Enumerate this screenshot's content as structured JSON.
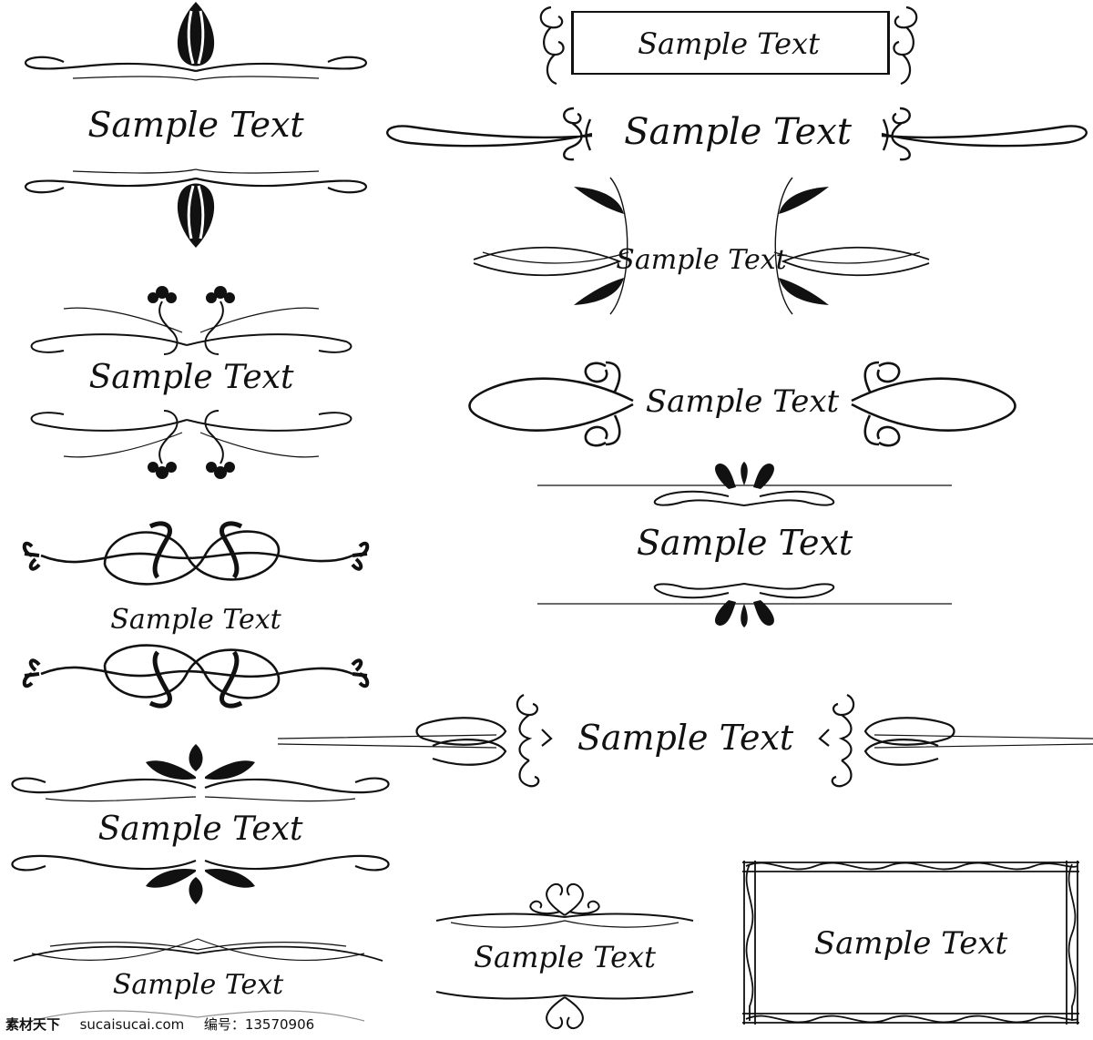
{
  "page": {
    "background": "#ffffff",
    "ink_color": "#111111"
  },
  "ornaments": [
    {
      "id": "o1",
      "text": "Sample Text",
      "icon": "tulip-flourish-icon"
    },
    {
      "id": "o2",
      "text": "Sample Text",
      "icon": "framed-label-scroll-icon"
    },
    {
      "id": "o3",
      "text": "Sample Text",
      "icon": "swirl-bracket-divider-icon"
    },
    {
      "id": "o4",
      "text": "Sample Text",
      "icon": "leaf-arc-divider-icon"
    },
    {
      "id": "o5",
      "text": "Sample Text",
      "icon": "clover-sprig-flourish-icon"
    },
    {
      "id": "o6",
      "text": "Sample Text",
      "icon": "infinity-swirl-divider-icon"
    },
    {
      "id": "o7",
      "text": "Sample Text",
      "icon": "fan-crest-divider-icon"
    },
    {
      "id": "o8",
      "text": "Sample Text",
      "icon": "knot-vine-flourish-icon"
    },
    {
      "id": "o9",
      "text": "Sample Text",
      "icon": "scroll-rule-divider-icon"
    },
    {
      "id": "o10",
      "text": "Sample Text",
      "icon": "lotus-wing-flourish-icon"
    },
    {
      "id": "o11",
      "text": "Sample Text",
      "icon": "wave-rule-flourish-icon"
    },
    {
      "id": "o12",
      "text": "Sample Text",
      "icon": "heart-swirl-divider-icon"
    },
    {
      "id": "o13",
      "text": "Sample Text",
      "icon": "rope-frame-border-icon"
    }
  ],
  "watermark": {
    "logo": "素材天下",
    "site": "sucaisucai.com",
    "id_label": "编号：",
    "id_value": "13570906"
  }
}
